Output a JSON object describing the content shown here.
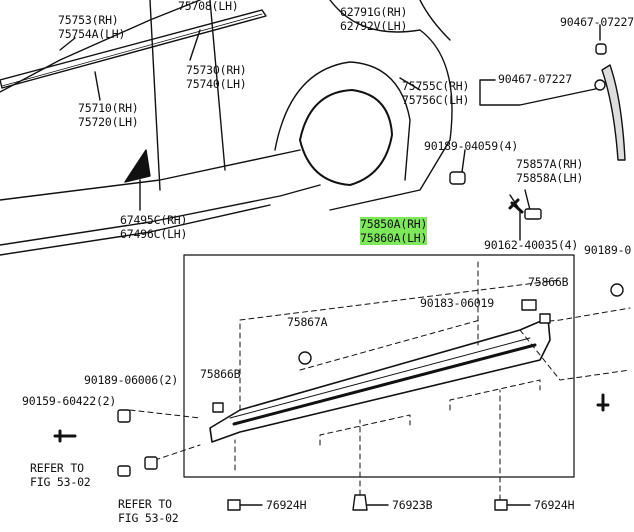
{
  "labels": {
    "p75753": "75753(RH)",
    "p75754A": "75754A(LH)",
    "p75708": "75708(LH)",
    "p62791G": "62791G(RH)",
    "p62792V": "62792V(LH)",
    "p90467_top": "90467-07227",
    "p75730": "75730(RH)",
    "p75740": "75740(LH)",
    "p75755C": "75755C(RH)",
    "p75756C": "75756C(LH)",
    "p90467_mid": "90467-07227",
    "p75710": "75710(RH)",
    "p75720": "75720(LH)",
    "p90189_04059": "90189-04059(4)",
    "p75857A": "75857A(RH)",
    "p75858A": "75858A(LH)",
    "p67495C": "67495C(RH)",
    "p67496C": "67496C(LH)",
    "p75850A": "75850A(RH)",
    "p75860A": "75860A(LH)",
    "p90162": "90162-40035(4)",
    "p90189_right": "90189-0",
    "p75866B_r": "75866B",
    "p90183": "90183-06019",
    "p75867A": "75867A",
    "p90189_06006": "90189-06006(2)",
    "p75866B_l": "75866B",
    "p90159": "90159-60422(2)",
    "refer1_a": "REFER TO",
    "refer1_b": "FIG 53-02",
    "refer2_a": "REFER TO",
    "refer2_b": "FIG 53-02",
    "p76924H_l": "76924H",
    "p76923B": "76923B",
    "p76924H_r": "76924H"
  },
  "highlight_color": "#7de85a"
}
